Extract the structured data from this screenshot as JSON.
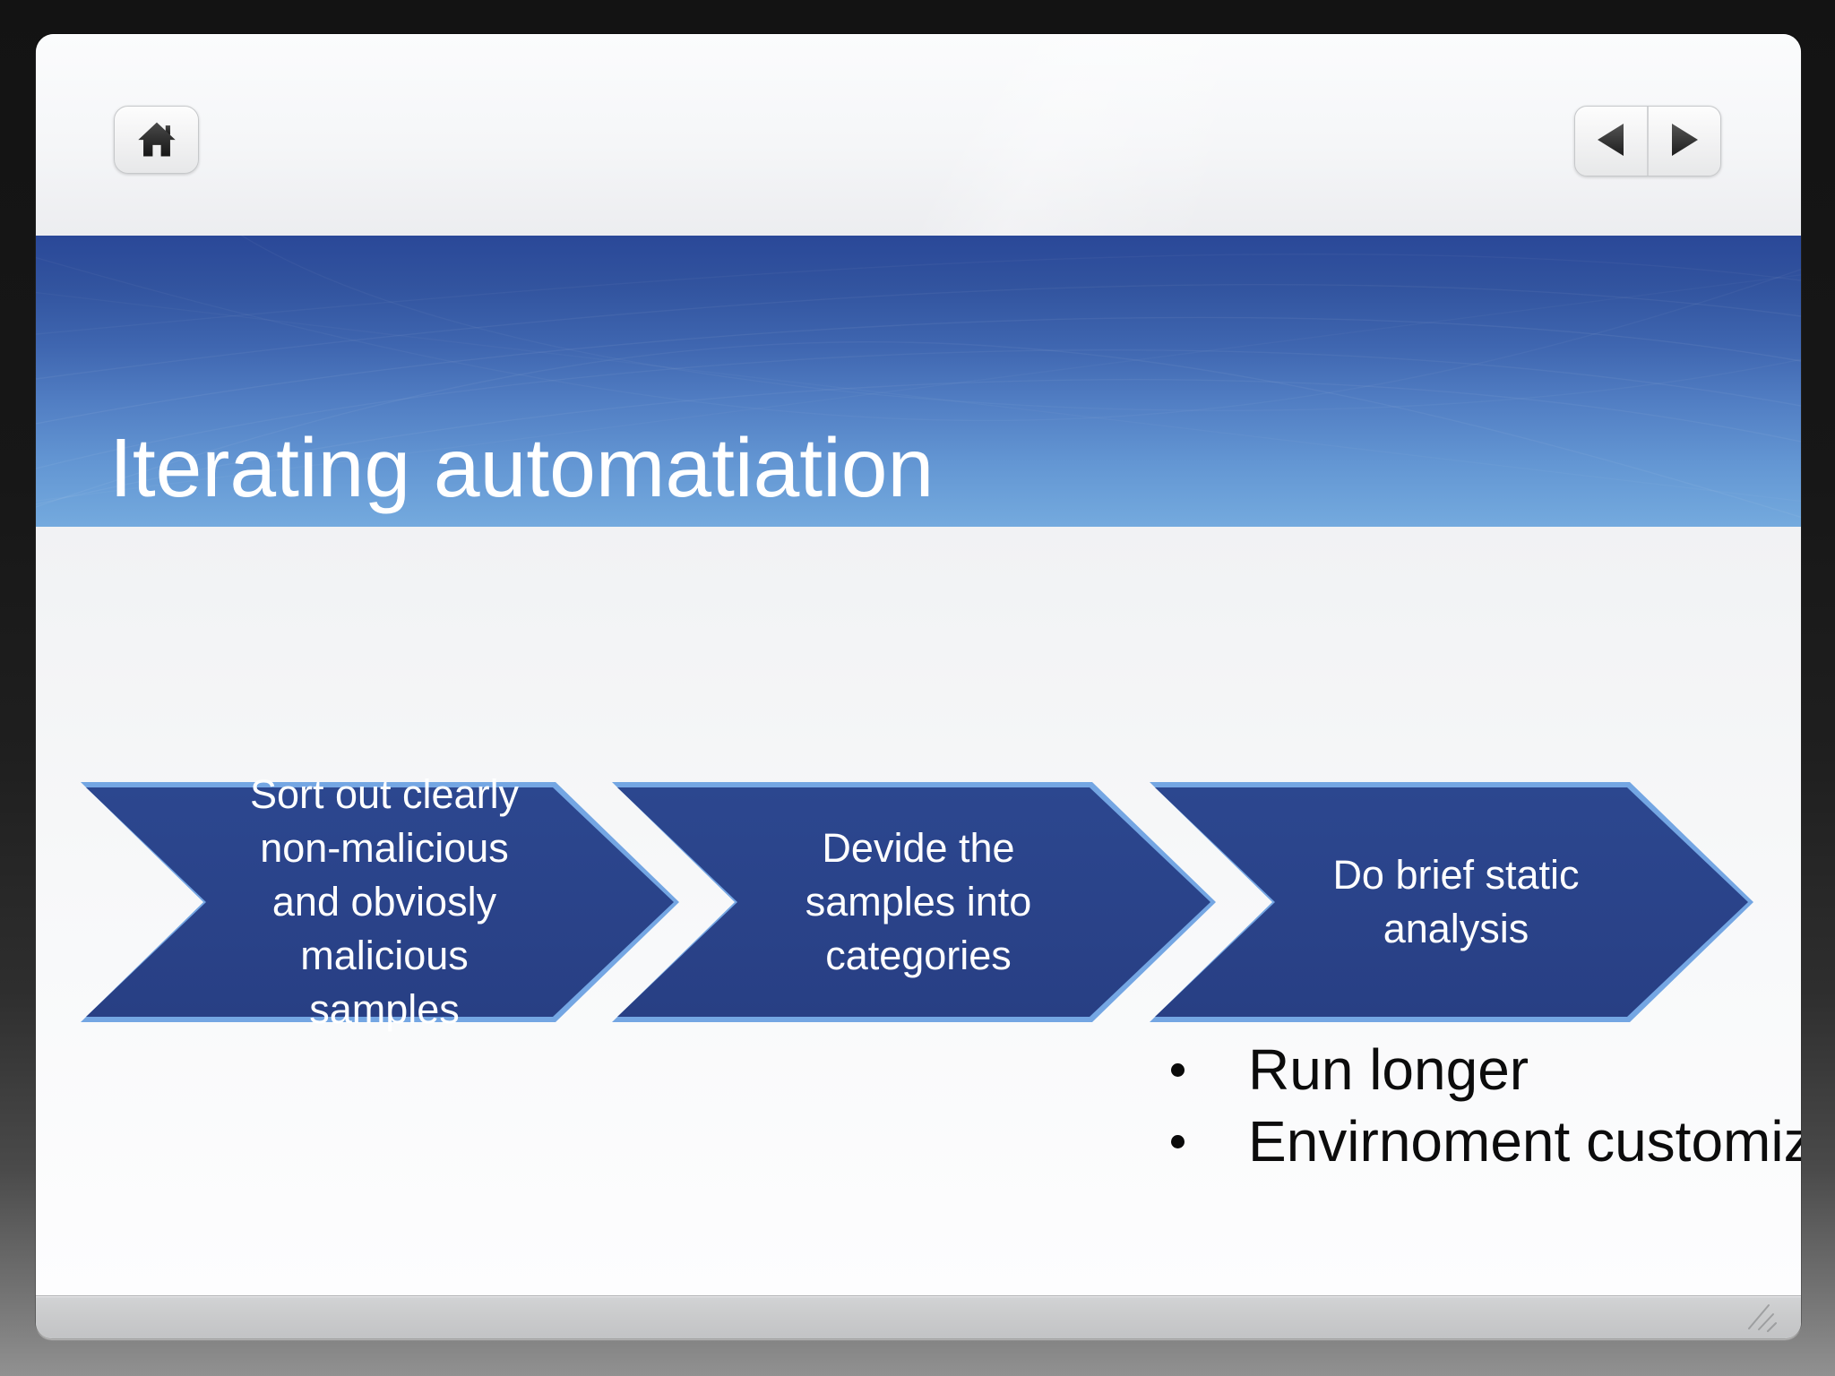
{
  "player": {
    "toolbar": {
      "home_icon": "home",
      "back_icon": "triangle-left",
      "forward_icon": "triangle-right"
    }
  },
  "slide": {
    "title": "Iterating automatiation",
    "process_steps": [
      {
        "label": "Sort out clearly non-malicious and obviosly malicious samples"
      },
      {
        "label": "Devide the samples into categories"
      },
      {
        "label": "Do brief static analysis"
      }
    ],
    "bullets": [
      {
        "text": "Run longer"
      },
      {
        "text": "Envirnoment customization"
      }
    ]
  },
  "colors": {
    "banner_top": "#2a4898",
    "banner_bottom": "#74aade",
    "chevron_fill": "#2a4287",
    "chevron_border": "#74a6e3",
    "title_text": "#ffffff",
    "bullet_text": "#0c0c0c"
  }
}
